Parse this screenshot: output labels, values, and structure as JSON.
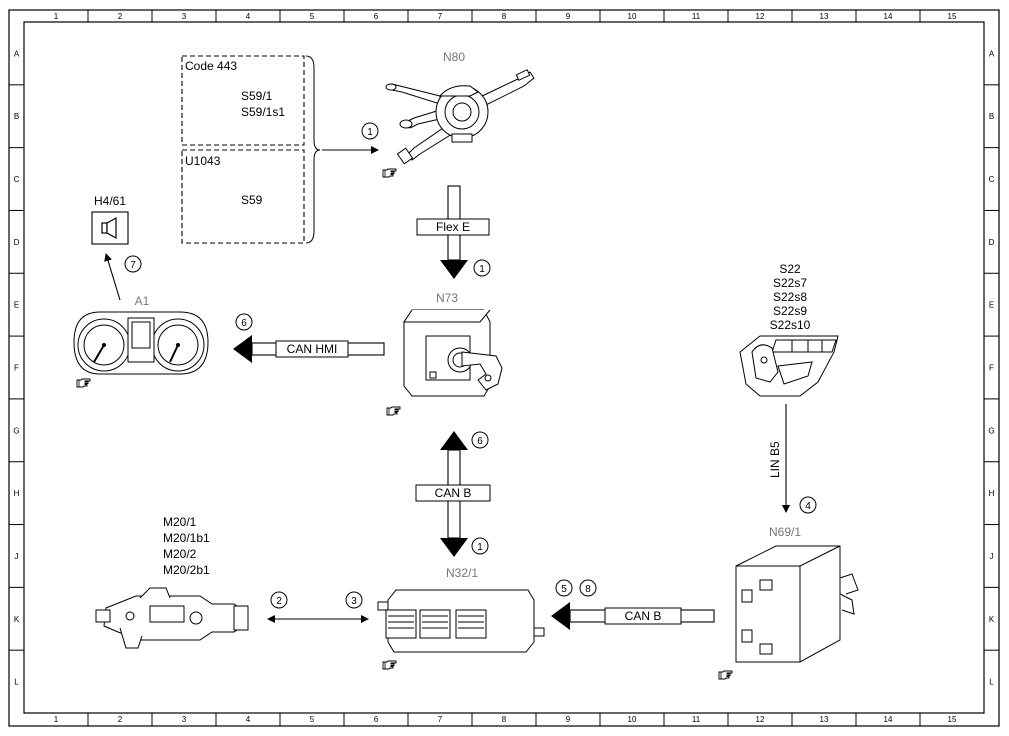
{
  "grid": {
    "columns": [
      "1",
      "2",
      "3",
      "4",
      "5",
      "6",
      "7",
      "8",
      "9",
      "10",
      "11",
      "12",
      "13",
      "14",
      "15"
    ],
    "rows": [
      "A",
      "B",
      "C",
      "D",
      "E",
      "F",
      "G",
      "H",
      "J",
      "K",
      "L"
    ]
  },
  "components": {
    "n80": "N80",
    "n73": "N73",
    "a1": "A1",
    "h4_61": "H4/61",
    "n32_1": "N32/1",
    "n69_1": "N69/1",
    "s22_group": [
      "S22",
      "S22s7",
      "S22s8",
      "S22s9",
      "S22s10"
    ],
    "m20_group": [
      "M20/1",
      "M20/1b1",
      "M20/2",
      "M20/2b1"
    ]
  },
  "options_box": {
    "code_label": "Code 443",
    "code_items": [
      "S59/1",
      "S59/1s1"
    ],
    "u_label": "U1043",
    "u_items": [
      "S59"
    ]
  },
  "buses": {
    "flex_e": "Flex E",
    "can_hmi": "CAN HMI",
    "can_b_vertical": "CAN B",
    "can_b_horizontal": "CAN B",
    "lin_b5": "LIN B5"
  },
  "steps": {
    "n80_arrow": "1",
    "flex_e": "1",
    "can_hmi": "6",
    "h4_61": "7",
    "can_b_up": "6",
    "can_b_down": "1",
    "m20_left": "2",
    "m20_right": "3",
    "can_b_h_a": "5",
    "can_b_h_b": "8",
    "lin_b5": "4"
  },
  "icons": {
    "reference_hand": "pointing-hand-icon",
    "speaker": "speaker-icon"
  }
}
